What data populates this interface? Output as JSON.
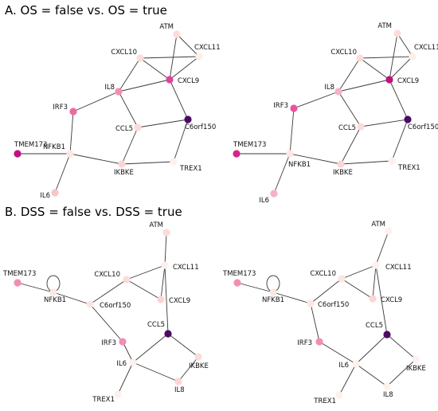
{
  "sections": [
    {
      "title": "A. OS = false vs. OS = true",
      "panels": [
        {
          "nodes": [
            {
              "id": "ATM",
              "label": "ATM",
              "color": "#fbdcd9"
            },
            {
              "id": "CXCL10",
              "label": "CXCL10",
              "color": "#fbdcd9"
            },
            {
              "id": "CXCL11",
              "label": "CXCL11",
              "color": "#fdeeea"
            },
            {
              "id": "IL8",
              "label": "IL8",
              "color": "#f28db5"
            },
            {
              "id": "CXCL9",
              "label": "CXCL9",
              "color": "#e0449a"
            },
            {
              "id": "IRF3",
              "label": "IRF3",
              "color": "#ec6aa5"
            },
            {
              "id": "CCL5",
              "label": "CCL5",
              "color": "#fbdcd9"
            },
            {
              "id": "C6orf150",
              "label": "C6orf150",
              "color": "#4d0a63"
            },
            {
              "id": "TMEM173",
              "label": "TMEM173",
              "color": "#c0127e"
            },
            {
              "id": "NFKB1",
              "label": "NFKB1",
              "color": "#fce6e2"
            },
            {
              "id": "IKBKE",
              "label": "IKBKE",
              "color": "#fbd5d4"
            },
            {
              "id": "TREX1",
              "label": "TREX1",
              "color": "#fef0ec"
            },
            {
              "id": "IL6",
              "label": "IL6",
              "color": "#f8c4c6"
            }
          ],
          "edges": [
            [
              "ATM",
              "CXCL9"
            ],
            [
              "ATM",
              "CXCL11"
            ],
            [
              "CXCL10",
              "CXCL11"
            ],
            [
              "CXCL10",
              "IL8"
            ],
            [
              "CXCL10",
              "CXCL9"
            ],
            [
              "CXCL11",
              "CXCL9"
            ],
            [
              "IL8",
              "CXCL9"
            ],
            [
              "IL8",
              "IRF3"
            ],
            [
              "IL8",
              "CCL5"
            ],
            [
              "CXCL9",
              "C6orf150"
            ],
            [
              "CCL5",
              "C6orf150"
            ],
            [
              "CCL5",
              "IKBKE"
            ],
            [
              "IRF3",
              "NFKB1"
            ],
            [
              "TMEM173",
              "NFKB1"
            ],
            [
              "NFKB1",
              "IKBKE"
            ],
            [
              "NFKB1",
              "IL6"
            ],
            [
              "IKBKE",
              "TREX1"
            ],
            [
              "TREX1",
              "C6orf150"
            ]
          ]
        },
        {
          "nodes": [
            {
              "id": "ATM",
              "label": "ATM",
              "color": "#fbdcd9"
            },
            {
              "id": "CXCL10",
              "label": "CXCL10",
              "color": "#fbdcd9"
            },
            {
              "id": "CXCL11",
              "label": "CXCL11",
              "color": "#fdeeea"
            },
            {
              "id": "IL8",
              "label": "IL8",
              "color": "#f6b2c4"
            },
            {
              "id": "CXCL9",
              "label": "CXCL9",
              "color": "#c0127e"
            },
            {
              "id": "IRF3",
              "label": "IRF3",
              "color": "#e9559d"
            },
            {
              "id": "CCL5",
              "label": "CCL5",
              "color": "#fbdcd9"
            },
            {
              "id": "C6orf150",
              "label": "C6orf150",
              "color": "#4d0a63"
            },
            {
              "id": "TMEM173",
              "label": "TMEM173",
              "color": "#d7248b"
            },
            {
              "id": "NFKB1",
              "label": "NFKB1",
              "color": "#fce6e2"
            },
            {
              "id": "IKBKE",
              "label": "IKBKE",
              "color": "#fbd5d4"
            },
            {
              "id": "TREX1",
              "label": "TREX1",
              "color": "#fef0ec"
            },
            {
              "id": "IL6",
              "label": "IL6",
              "color": "#f6b2c4"
            }
          ],
          "edges": [
            [
              "ATM",
              "CXCL9"
            ],
            [
              "ATM",
              "CXCL11"
            ],
            [
              "CXCL10",
              "CXCL11"
            ],
            [
              "CXCL10",
              "IL8"
            ],
            [
              "CXCL10",
              "CXCL9"
            ],
            [
              "CXCL11",
              "CXCL9"
            ],
            [
              "IL8",
              "CXCL9"
            ],
            [
              "IL8",
              "IRF3"
            ],
            [
              "IL8",
              "CCL5"
            ],
            [
              "CXCL9",
              "C6orf150"
            ],
            [
              "CCL5",
              "C6orf150"
            ],
            [
              "CCL5",
              "IKBKE"
            ],
            [
              "IRF3",
              "NFKB1"
            ],
            [
              "TMEM173",
              "NFKB1"
            ],
            [
              "NFKB1",
              "IKBKE"
            ],
            [
              "NFKB1",
              "IL6"
            ],
            [
              "IKBKE",
              "TREX1"
            ],
            [
              "TREX1",
              "C6orf150"
            ]
          ]
        }
      ]
    },
    {
      "title": "B. DSS = false vs. DSS = true",
      "panels": [
        {
          "nodes": [
            {
              "id": "ATM",
              "label": "ATM",
              "color": "#fbdcd9"
            },
            {
              "id": "CXCL11",
              "label": "CXCL11",
              "color": "#fef0ec"
            },
            {
              "id": "CXCL10",
              "label": "CXCL10",
              "color": "#fbdcd9"
            },
            {
              "id": "CXCL9",
              "label": "CXCL9",
              "color": "#fbd5d4"
            },
            {
              "id": "TMEM173",
              "label": "TMEM173",
              "color": "#f28db5"
            },
            {
              "id": "NFKB1",
              "label": "NFKB1",
              "color": "#fce6e2"
            },
            {
              "id": "C6orf150",
              "label": "C6orf150",
              "color": "#fce6e2"
            },
            {
              "id": "CCL5",
              "label": "CCL5",
              "color": "#4d0a63"
            },
            {
              "id": "IRF3",
              "label": "IRF3",
              "color": "#f28db5"
            },
            {
              "id": "IKBKE",
              "label": "IKBKE",
              "color": "#fbdcd9"
            },
            {
              "id": "IL6",
              "label": "IL6",
              "color": "#fef0ec"
            },
            {
              "id": "IL8",
              "label": "IL8",
              "color": "#fbd5d4"
            },
            {
              "id": "TREX1",
              "label": "TREX1",
              "color": "#fef0ec"
            }
          ],
          "edges": [
            [
              "ATM",
              "CXCL11"
            ],
            [
              "CXCL10",
              "CXCL11"
            ],
            [
              "CXCL10",
              "CXCL9"
            ],
            [
              "CXCL11",
              "CXCL9"
            ],
            [
              "CXCL11",
              "CCL5"
            ],
            [
              "CXCL10",
              "C6orf150"
            ],
            [
              "TMEM173",
              "NFKB1"
            ],
            [
              "NFKB1",
              "C6orf150"
            ],
            [
              "NFKB1",
              "NFKB1"
            ],
            [
              "C6orf150",
              "IRF3"
            ],
            [
              "CCL5",
              "IL6"
            ],
            [
              "CCL5",
              "IKBKE"
            ],
            [
              "IRF3",
              "IL6"
            ],
            [
              "IL6",
              "IL8"
            ],
            [
              "IL6",
              "TREX1"
            ],
            [
              "IL8",
              "IKBKE"
            ]
          ]
        },
        {
          "nodes": [
            {
              "id": "ATM",
              "label": "ATM",
              "color": "#fef0ec"
            },
            {
              "id": "CXCL11",
              "label": "CXCL11",
              "color": "#fef0ec"
            },
            {
              "id": "CXCL10",
              "label": "CXCL10",
              "color": "#fce6e2"
            },
            {
              "id": "CXCL9",
              "label": "CXCL9",
              "color": "#fbd5d4"
            },
            {
              "id": "TMEM173",
              "label": "TMEM173",
              "color": "#f28db5"
            },
            {
              "id": "NFKB1",
              "label": "NFKB1",
              "color": "#fce6e2"
            },
            {
              "id": "C6orf150",
              "label": "C6orf150",
              "color": "#fce6e2"
            },
            {
              "id": "CCL5",
              "label": "CCL5",
              "color": "#4d0a63"
            },
            {
              "id": "IRF3",
              "label": "IRF3",
              "color": "#f28db5"
            },
            {
              "id": "IKBKE",
              "label": "IKBKE",
              "color": "#fef0ec"
            },
            {
              "id": "IL6",
              "label": "IL6",
              "color": "#fef0ec"
            },
            {
              "id": "IL8",
              "label": "IL8",
              "color": "#fef0ec"
            },
            {
              "id": "TREX1",
              "label": "TREX1",
              "color": "#fef0ec"
            }
          ],
          "edges": [
            [
              "ATM",
              "CXCL11"
            ],
            [
              "CXCL10",
              "CXCL11"
            ],
            [
              "CXCL10",
              "CXCL9"
            ],
            [
              "CXCL11",
              "CXCL9"
            ],
            [
              "CXCL11",
              "CCL5"
            ],
            [
              "CXCL10",
              "C6orf150"
            ],
            [
              "TMEM173",
              "NFKB1"
            ],
            [
              "NFKB1",
              "C6orf150"
            ],
            [
              "NFKB1",
              "NFKB1"
            ],
            [
              "C6orf150",
              "IRF3"
            ],
            [
              "CCL5",
              "IL6"
            ],
            [
              "CCL5",
              "IKBKE"
            ],
            [
              "IRF3",
              "IL6"
            ],
            [
              "IL6",
              "IL8"
            ],
            [
              "IL6",
              "TREX1"
            ],
            [
              "IL8",
              "IKBKE"
            ]
          ]
        }
      ]
    }
  ]
}
